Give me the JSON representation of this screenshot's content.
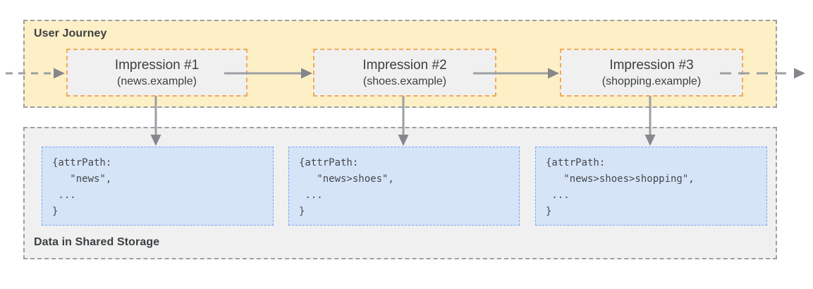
{
  "user_journey": {
    "label": "User Journey",
    "impressions": [
      {
        "title": "Impression #1",
        "domain": "(news.example)"
      },
      {
        "title": "Impression #2",
        "domain": "(shoes.example)"
      },
      {
        "title": "Impression #3",
        "domain": "(shopping.example)"
      }
    ]
  },
  "shared_storage": {
    "label": "Data in Shared Storage",
    "entries": [
      {
        "code": "{attrPath:\n   \"news\",\n ...\n}"
      },
      {
        "code": "{attrPath:\n   \"news>shoes\",\n ...\n}"
      },
      {
        "code": "{attrPath:\n   \"news>shoes>shopping\",\n ...\n}"
      }
    ]
  },
  "colors": {
    "journey_bg": "#FDEFC6",
    "group_border": "#9AA0A6",
    "impression_bg": "#F0F0F0",
    "impression_border": "#F4A94F",
    "storage_bg": "#F0F0F0",
    "code_bg": "#D6E4F8",
    "code_border": "#76A7F5",
    "code_text": "#44484C",
    "arrow_line": "#9CA0A4",
    "arrow_head": "#84888C",
    "text": "#3C4043"
  }
}
